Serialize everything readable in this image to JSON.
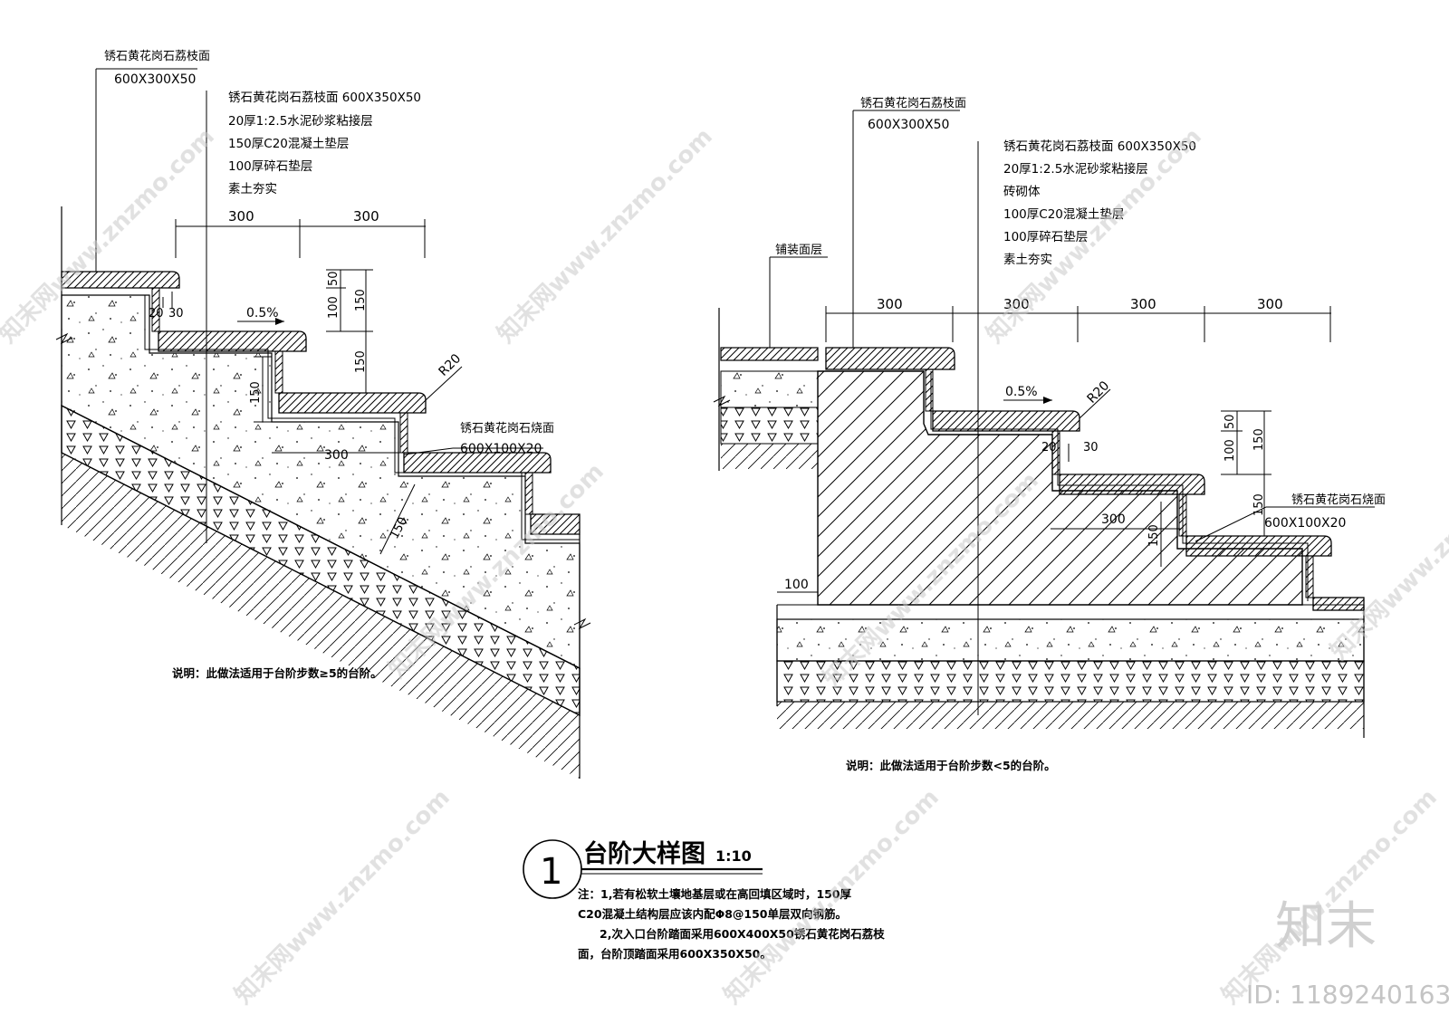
{
  "left_detail": {
    "top_step_label": "锈石黄花岗石荔枝面",
    "top_step_size": "600X300X50",
    "layers": [
      "锈石黄花岗石荔枝面 600X350X50",
      "20厚1:2.5水泥砂浆粘接层",
      "150厚C20混凝土垫层",
      "100厚碎石垫层",
      "素土夯实"
    ],
    "dim_300_a": "300",
    "dim_300_b": "300",
    "dim_100": "100",
    "dim_50": "50",
    "dim_150_a": "150",
    "dim_150_b": "150",
    "dim_150_c": "150",
    "dim_20": "20",
    "dim_30": "30",
    "slope": "0.5%",
    "radius": "R20",
    "riser_label": "锈石黄花岗石烧面",
    "riser_size": "600X100X20",
    "dim_300_c": "300",
    "dim_150_diag": "150",
    "note": "说明：此做法适用于台阶步数≥5的台阶。"
  },
  "right_detail": {
    "top_step_label": "锈石黄花岗石荔枝面",
    "top_step_size": "600X300X50",
    "paving_label": "铺装面层",
    "layers": [
      "锈石黄花岗石荔枝面 600X350X50",
      "20厚1:2.5水泥砂浆粘接层",
      "砖砌体",
      "100厚C20混凝土垫层",
      "100厚碎石垫层",
      "素土夯实"
    ],
    "dims_top": [
      "300",
      "300",
      "300",
      "300"
    ],
    "slope": "0.5%",
    "radius": "R20",
    "dim_20": "20",
    "dim_30": "30",
    "dim_100": "100",
    "dim_50": "50",
    "dim_150_a": "150",
    "dim_150_b": "150",
    "dim_150_c": "150",
    "dim_300": "300",
    "dim_100_base": "100",
    "riser_label": "锈石黄花岗石烧面",
    "riser_size": "600X100X20",
    "note": "说明：此做法适用于台阶步数<5的台阶。"
  },
  "title_block": {
    "number": "1",
    "title": "台阶大样图",
    "scale": "1:10",
    "notes": [
      "注：1,若有松软土壤地基层或在高回填区域时，150厚",
      "C20混凝土结构层应该内配Φ8@150单层双向钢筋。",
      "2,次入口台阶踏面采用600X400X50锈石黄花岗石荔枝",
      "面，台阶顶踏面采用600X350X50。"
    ]
  },
  "brand": {
    "logo": "知末",
    "id": "ID: 1189240163",
    "watermark": "知末网www.znzmo.com"
  }
}
